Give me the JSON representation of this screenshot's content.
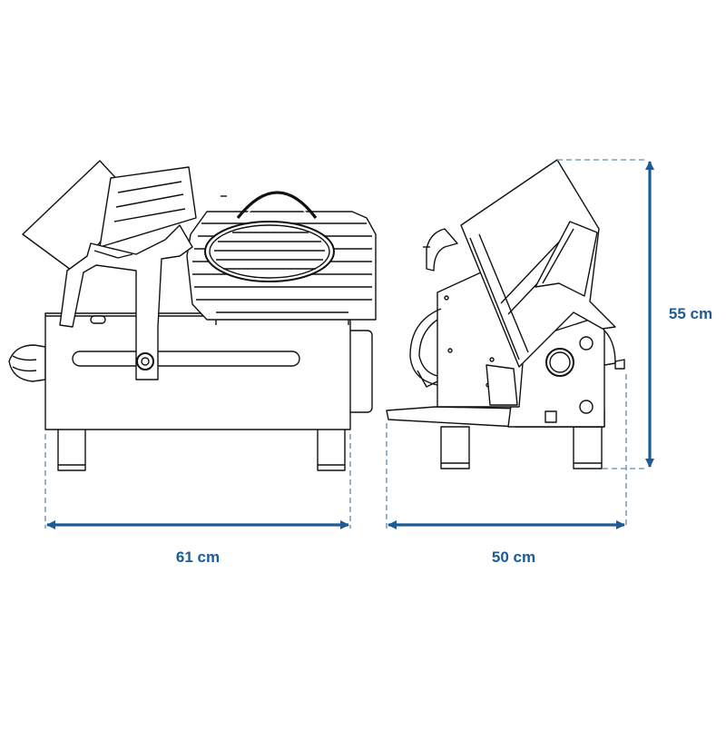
{
  "dimensions": {
    "width": "61 cm",
    "depth": "50 cm",
    "height": "55 cm"
  },
  "colors": {
    "dimension": "#1d5b97",
    "guide": "#7aa0c0",
    "drawing": "#111111"
  }
}
